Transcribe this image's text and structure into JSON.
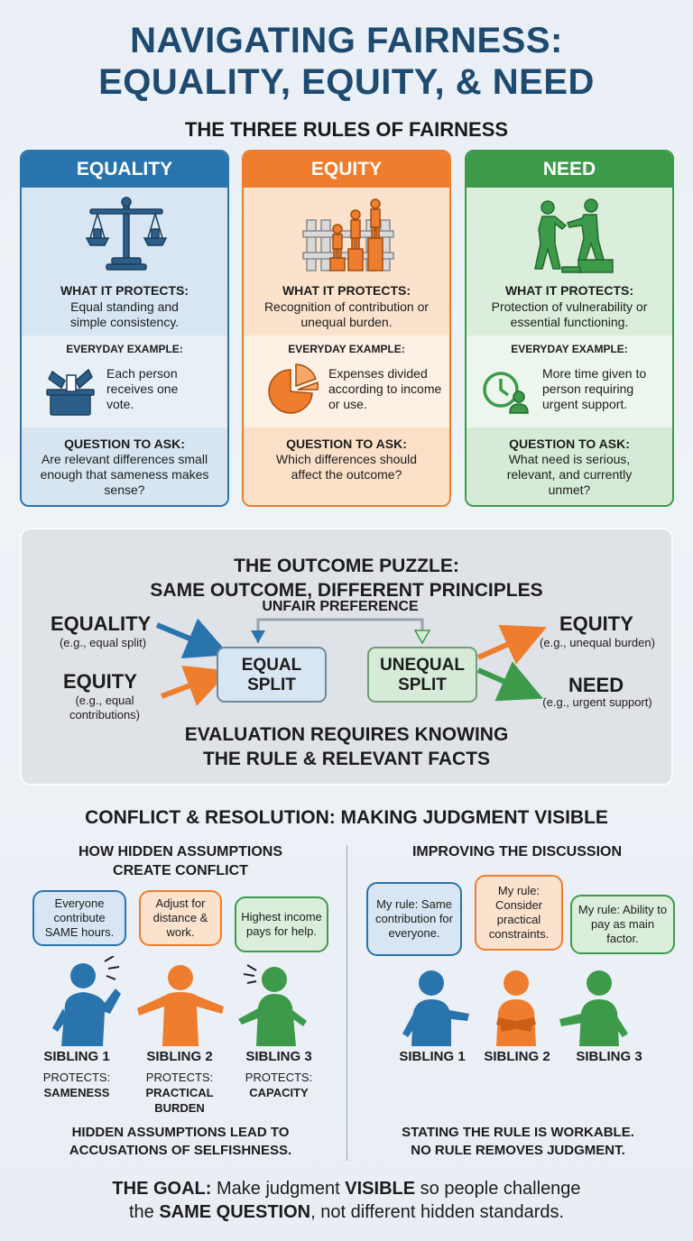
{
  "title": {
    "line1": "NAVIGATING FAIRNESS:",
    "line2": "EQUALITY, EQUITY, & NEED"
  },
  "rules_heading": "THE THREE RULES OF FAIRNESS",
  "cards": [
    {
      "name": "EQUALITY",
      "icon": "balance-scale-icon",
      "protects_label": "WHAT IT PROTECTS:",
      "protects_text": "Equal standing and simple consistency.",
      "example_label": "EVERYDAY EXAMPLE:",
      "example_icon": "ballot-box-icon",
      "example_text": "Each person receives one vote.",
      "question_label": "QUESTION TO ASK:",
      "question_text": "Are relevant differences small enough that sameness makes sense?",
      "colors": {
        "main": "#2a74ad",
        "light": "#d7e6f2",
        "mid": "#e8f0f7",
        "mid2": "#d6e5f0"
      }
    },
    {
      "name": "EQUITY",
      "icon": "fence-boxes-icon",
      "protects_label": "WHAT IT PROTECTS:",
      "protects_text": "Recognition of contribution or unequal burden.",
      "example_label": "EVERYDAY EXAMPLE:",
      "example_icon": "pie-chart-icon",
      "example_text": "Expenses divided according to income or use.",
      "question_label": "QUESTION TO ASK:",
      "question_text": "Which differences should affect the outcome?",
      "colors": {
        "main": "#ee7d2d",
        "light": "#fbe2cd",
        "mid": "#fdf0e4",
        "mid2": "#fbe0c8"
      }
    },
    {
      "name": "NEED",
      "icon": "helping-hand-icon",
      "protects_label": "WHAT IT PROTECTS:",
      "protects_text": "Protection of vulnerability or essential functioning.",
      "example_label": "EVERYDAY EXAMPLE:",
      "example_icon": "clock-person-icon",
      "example_text": "More time given to person requiring urgent support.",
      "question_label": "QUESTION TO ASK:",
      "question_text": "What need is serious, relevant, and currently unmet?",
      "colors": {
        "main": "#3e9a4b",
        "light": "#dbeedc",
        "mid": "#edf6ed",
        "mid2": "#d6ebd7"
      }
    }
  ],
  "puzzle": {
    "title_line1": "THE OUTCOME PUZZLE:",
    "title_line2": "SAME OUTCOME, DIFFERENT PRINCIPLES",
    "left_top": {
      "label": "EQUALITY",
      "sub": "(e.g., equal split)"
    },
    "left_bottom": {
      "label": "EQUITY",
      "sub_line1": "(e.g., equal",
      "sub_line2": "contributions)"
    },
    "unfair_label": "UNFAIR PREFERENCE",
    "equal_split_line1": "EQUAL",
    "equal_split_line2": "SPLIT",
    "unequal_split_line1": "UNEQUAL",
    "unequal_split_line2": "SPLIT",
    "right_top": {
      "label": "EQUITY",
      "sub": "(e.g., unequal burden)"
    },
    "right_bottom": {
      "label": "NEED",
      "sub": "(e.g., urgent support)"
    },
    "eval_line1": "EVALUATION REQUIRES KNOWING",
    "eval_line2": "THE RULE & RELEVANT FACTS"
  },
  "conflict": {
    "heading": "CONFLICT & RESOLUTION: MAKING JUDGMENT VISIBLE",
    "left": {
      "heading_line1": "HOW HIDDEN ASSUMPTIONS",
      "heading_line2": "CREATE CONFLICT",
      "bubbles": [
        "Everyone contribute SAME hours.",
        "Adjust for distance & work.",
        "Highest income pays for help."
      ],
      "siblings": [
        {
          "name": "SIBLING 1",
          "protects_label": "PROTECTS:",
          "protects": "SAMENESS"
        },
        {
          "name": "SIBLING 2",
          "protects_label": "PROTECTS:",
          "protects": "PRACTICAL BURDEN"
        },
        {
          "name": "SIBLING 3",
          "protects_label": "PROTECTS:",
          "protects": "CAPACITY"
        }
      ],
      "statement_line1": "HIDDEN ASSUMPTIONS LEAD TO",
      "statement_line2": "ACCUSATIONS OF SELFISHNESS."
    },
    "right": {
      "heading": "IMPROVING THE DISCUSSION",
      "bubbles": [
        "My rule: Same contribution for everyone.",
        "My rule: Consider practical constraints.",
        "My rule: Ability to pay as main factor."
      ],
      "siblings": [
        "SIBLING 1",
        "SIBLING 2",
        "SIBLING 3"
      ],
      "statement_line1": "STATING THE RULE IS WORKABLE.",
      "statement_line2": "NO RULE REMOVES JUDGMENT."
    }
  },
  "goal": {
    "lead": "THE GOAL:",
    "t1": " Make judgment ",
    "b1": "VISIBLE",
    "t2": " so people challenge",
    "t3": "the ",
    "b2": "SAME QUESTION",
    "t4": ", not different hidden standards."
  }
}
